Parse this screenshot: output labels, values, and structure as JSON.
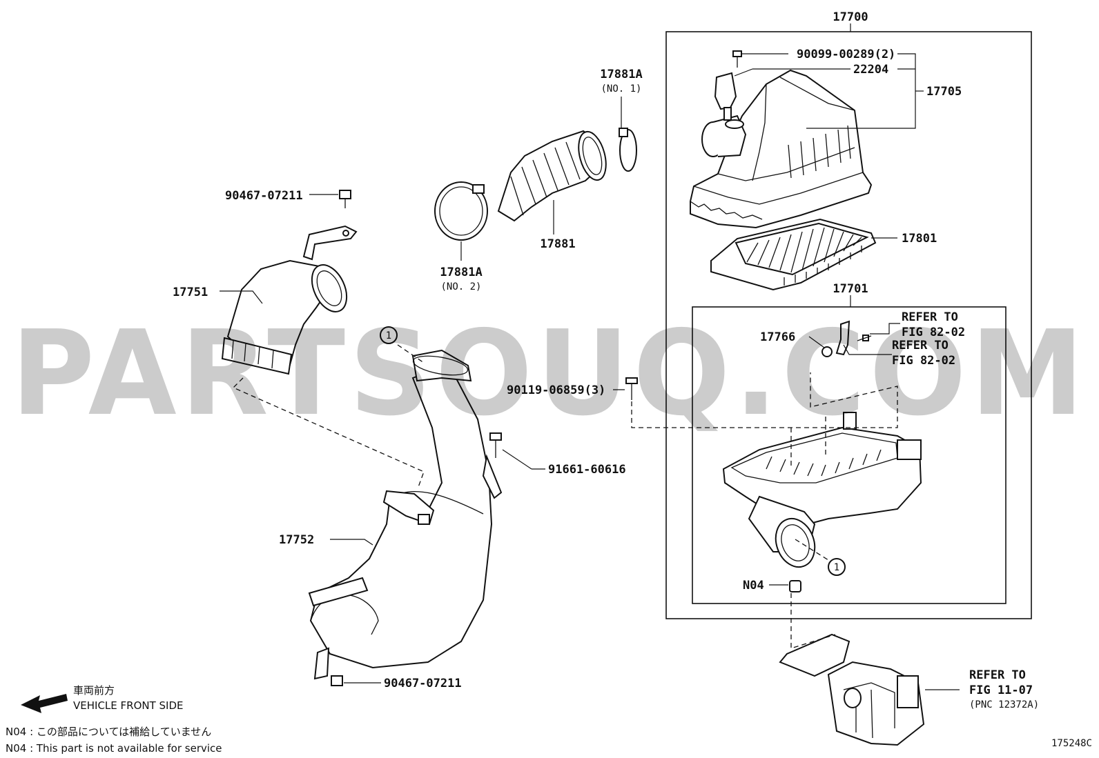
{
  "diagram": {
    "labels": {
      "p17700": "17700",
      "p90099": "90099-00289(2)",
      "p22204": "22204",
      "p17705": "17705",
      "p17881A_1": "17881A",
      "no1": "(NO. 1)",
      "p90467_top": "90467-07211",
      "p17881": "17881",
      "p17881A_2": "17881A",
      "no2": "(NO. 2)",
      "p17801": "17801",
      "p17751": "17751",
      "p17701": "17701",
      "refer1_a": "REFER TO",
      "refer1_b": "FIG 82-02",
      "p17766": "17766",
      "refer2_a": "REFER TO",
      "refer2_b": "FIG 82-02",
      "circle1a": "1",
      "p90119": "90119-06859(3)",
      "p91661": "91661-60616",
      "p17752": "17752",
      "circle1b": "1",
      "n04": "N04",
      "p90467_bot": "90467-07211",
      "refer3_a": "REFER TO",
      "refer3_b": "FIG 11-07",
      "refer3_c": "(PNC 12372A)",
      "fig_id": "175248C"
    },
    "notes": {
      "front_jp": "車両前方",
      "front_en": "VEHICLE FRONT SIDE",
      "n04_jp": "N04 : この部品については補給していません",
      "n04_en": "N04 : This part is not available for service"
    }
  },
  "watermark": "PARTSOUQ.COM",
  "icons": {
    "front_arrow": "arrow-left-icon",
    "ref_circle": "circled-number-icon"
  },
  "colors": {
    "line": "#111111",
    "watermark": "#cccccc",
    "background": "#ffffff"
  }
}
